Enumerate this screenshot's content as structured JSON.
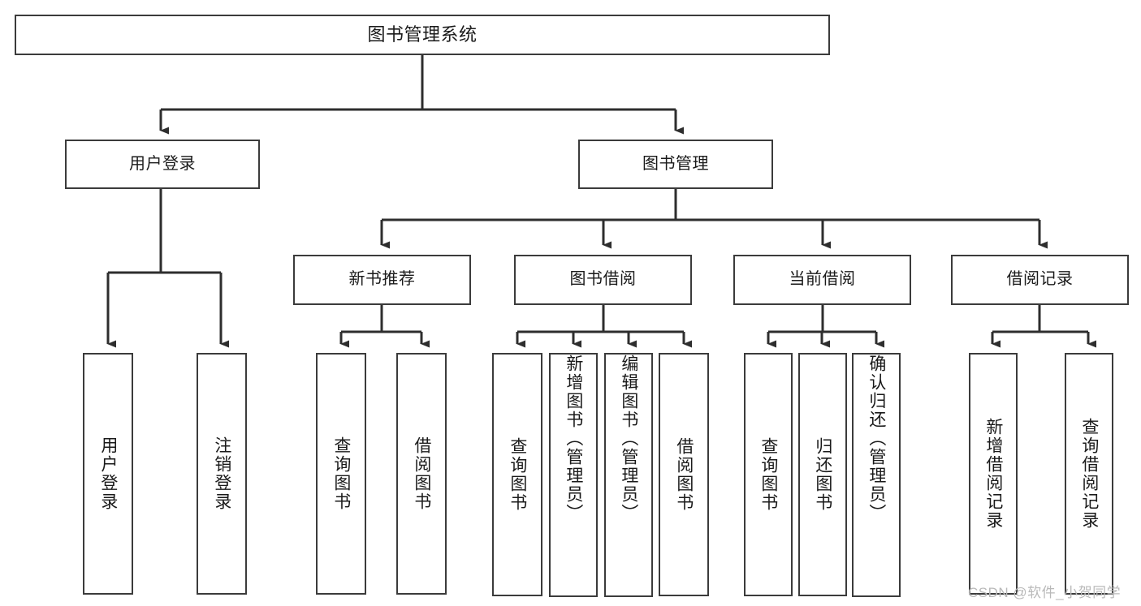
{
  "diagram": {
    "title": "图书管理系统",
    "type": "hierarchy-tree",
    "background_color": "#ffffff",
    "box_border_color": "#3b3b3b",
    "edge_color": "#2e2e2e"
  },
  "root": {
    "label": "图书管理系统"
  },
  "level1": [
    {
      "label": "用户登录"
    },
    {
      "label": "图书管理"
    }
  ],
  "level2": [
    {
      "label": "新书推荐"
    },
    {
      "label": "图书借阅"
    },
    {
      "label": "当前借阅"
    },
    {
      "label": "借阅记录"
    }
  ],
  "leaves": {
    "user_login": [
      {
        "label": "用户登录"
      },
      {
        "label": "注销登录"
      }
    ],
    "new_book_recommend": [
      {
        "label": "查询图书"
      },
      {
        "label": "借阅图书"
      }
    ],
    "book_borrow": [
      {
        "label": "查询图书"
      },
      {
        "label": "新增图书（管理员）"
      },
      {
        "label": "编辑图书（管理员）"
      },
      {
        "label": "借阅图书"
      }
    ],
    "current_borrow": [
      {
        "label": "查询图书"
      },
      {
        "label": "归还图书"
      },
      {
        "label": "确认归还（管理员）"
      }
    ],
    "borrow_record": [
      {
        "label": "新增借阅记录"
      },
      {
        "label": "查询借阅记录"
      }
    ]
  },
  "watermark": {
    "text": "CSDN @软件_小贺同学"
  }
}
